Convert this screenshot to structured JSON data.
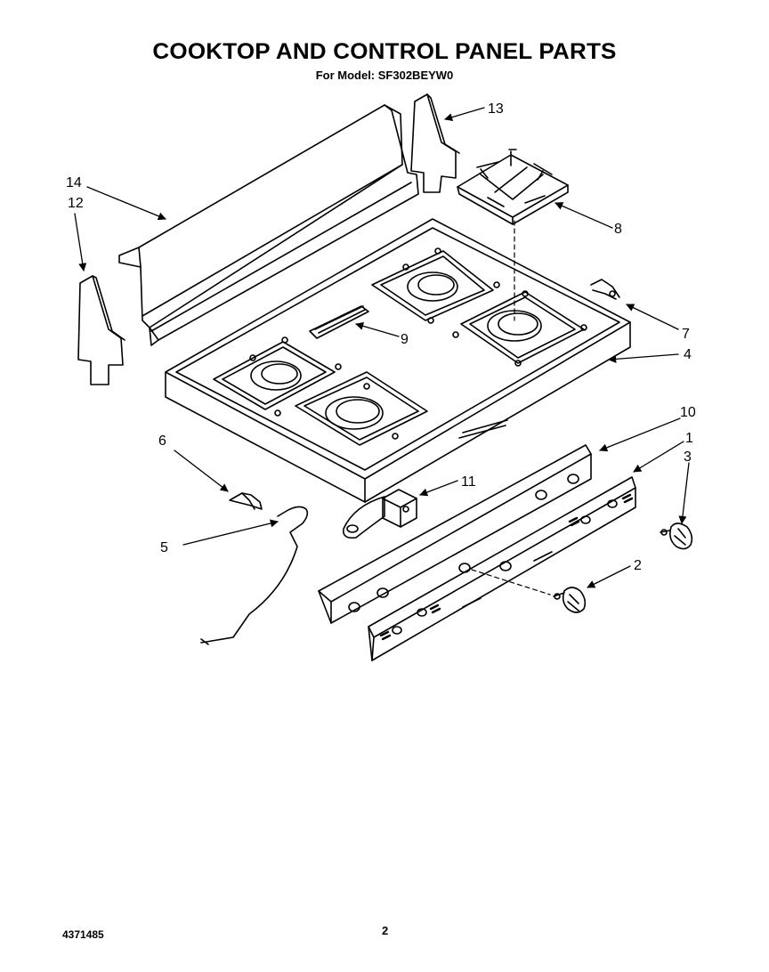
{
  "header": {
    "title": "COOKTOP AND CONTROL PANEL PARTS",
    "subtitle": "For Model: SF302BEYW0"
  },
  "footer": {
    "doc_number": "4371485",
    "page_number": "2"
  },
  "callouts": [
    {
      "id": "c13",
      "label": "13"
    },
    {
      "id": "c14",
      "label": "14"
    },
    {
      "id": "c12",
      "label": "12"
    },
    {
      "id": "c8",
      "label": "8"
    },
    {
      "id": "c7",
      "label": "7"
    },
    {
      "id": "c9",
      "label": "9"
    },
    {
      "id": "c4",
      "label": "4"
    },
    {
      "id": "c10",
      "label": "10"
    },
    {
      "id": "c1",
      "label": "1"
    },
    {
      "id": "c3",
      "label": "3"
    },
    {
      "id": "c6",
      "label": "6"
    },
    {
      "id": "c11",
      "label": "11"
    },
    {
      "id": "c5",
      "label": "5"
    },
    {
      "id": "c2",
      "label": "2"
    }
  ]
}
